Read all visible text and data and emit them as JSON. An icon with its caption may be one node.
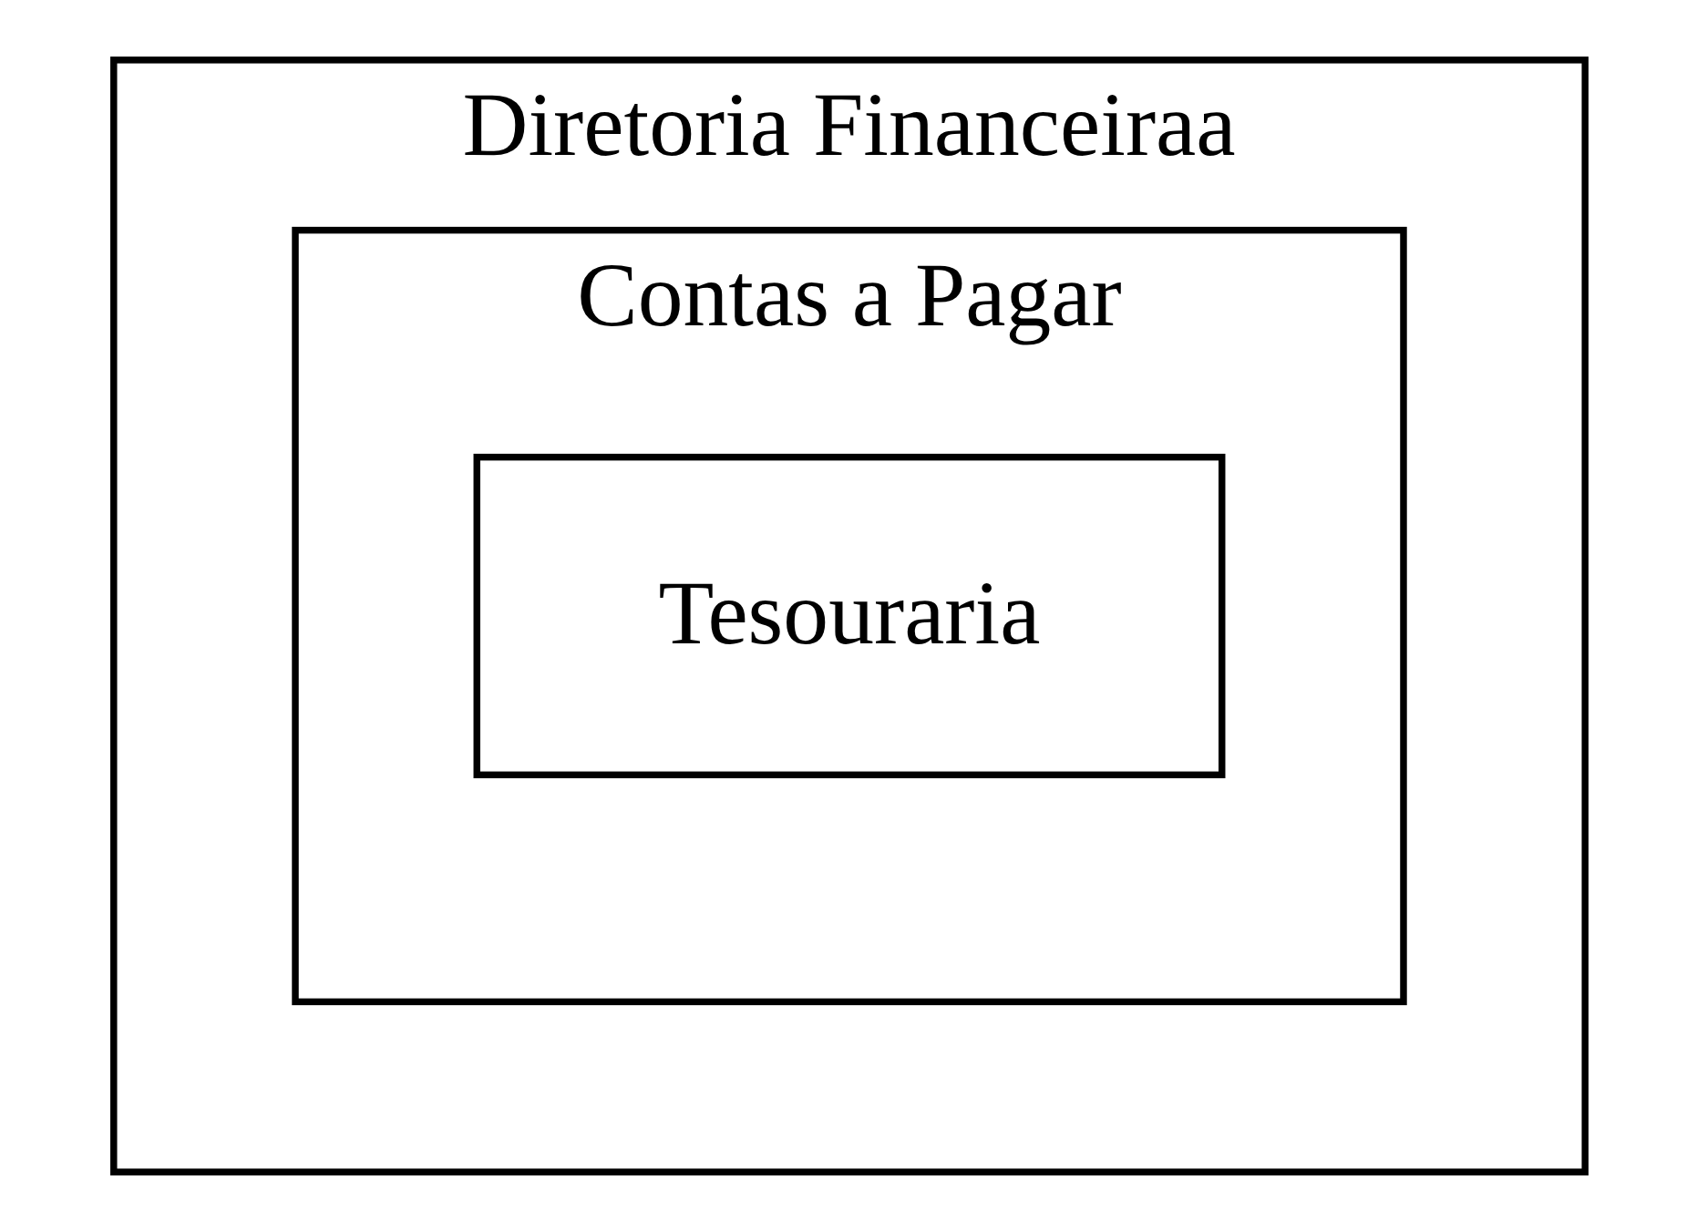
{
  "diagram": {
    "nodes": [
      {
        "text": [
          "Diretoria Financeiraa"
        ]
      },
      {
        "text": [
          "Contas a Pagar"
        ],
        "in": 0
      },
      {
        "text": [
          "Tesouraria"
        ],
        "in": 1
      }
    ]
  }
}
